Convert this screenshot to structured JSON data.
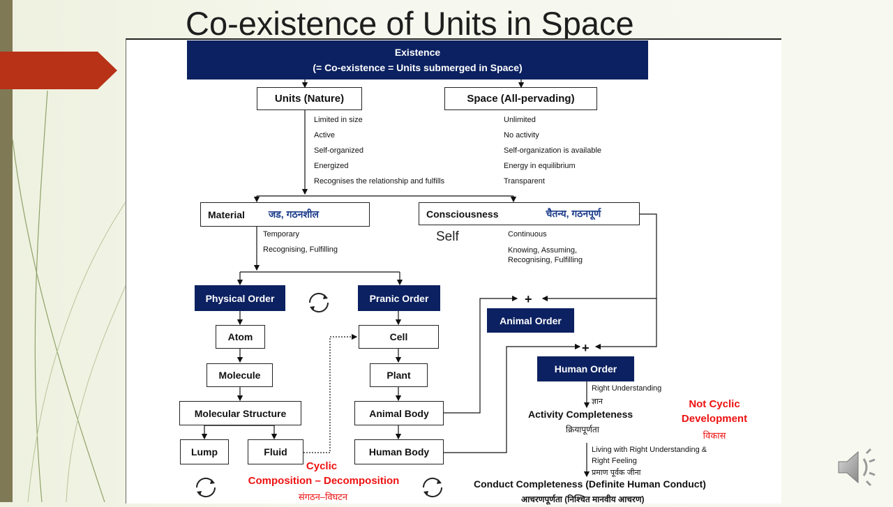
{
  "slide": {
    "title": "Co-existence of Units in Space"
  },
  "diagram": {
    "existence": {
      "line1": "Existence",
      "line2": "(= Co-existence = Units submerged in Space)"
    },
    "units": {
      "label": "Units (Nature)",
      "props": [
        "Limited in size",
        "Active",
        "Self-organized",
        "Energized",
        "Recognises the relationship and fulfills"
      ]
    },
    "space": {
      "label": "Space (All-pervading)",
      "props": [
        "Unlimited",
        "No activity",
        "Self-organization is available",
        "Energy in equilibrium",
        "Transparent"
      ]
    },
    "material": {
      "label": "Material",
      "hindi": "जड, गठनशील",
      "props": [
        "Temporary",
        "Recognising, Fulfilling"
      ]
    },
    "consciousness": {
      "label": "Consciousness",
      "hindi": "चैतन्य, गठनपूर्ण",
      "self": "Self",
      "props": [
        "Continuous",
        "Knowing, Assuming,",
        "Recognising, Fulfilling"
      ]
    },
    "orders": {
      "physical": "Physical Order",
      "pranic": "Pranic Order",
      "animal": "Animal Order",
      "human": "Human Order"
    },
    "physical_chain": [
      "Atom",
      "Molecule",
      "Molecular Structure",
      "Lump",
      "Fluid"
    ],
    "pranic_chain": [
      "Cell",
      "Plant",
      "Animal Body",
      "Human Body"
    ],
    "plus": "+",
    "cyclic": {
      "line1": "Cyclic",
      "line2": "Composition – Decomposition",
      "hindi": "संगठन–विघटन"
    },
    "human_path": {
      "right_understanding": "Right Understanding",
      "gyan": "ज्ञान",
      "activity": "Activity Completeness",
      "activity_hindi": "क्रियापूर्णता",
      "living1": "Living with Right Understanding &",
      "living2": "Right Feeling",
      "living_hindi": "प्रमाण पूर्वक जीना",
      "conduct": "Conduct Completeness (Definite Human Conduct)",
      "conduct_hindi": "आचरणपूर्णता (निश्चित मानवीय आचरण)"
    },
    "not_cyclic": {
      "line1": "Not Cyclic",
      "line2": "Development",
      "hindi": "विकास"
    }
  },
  "icons": [
    "speaker-icon",
    "cycle-icon"
  ],
  "colors": {
    "navy": "#0c2161",
    "red_text": "#e11111",
    "accent_red": "#b83217",
    "sidebar": "#7f7a55"
  }
}
